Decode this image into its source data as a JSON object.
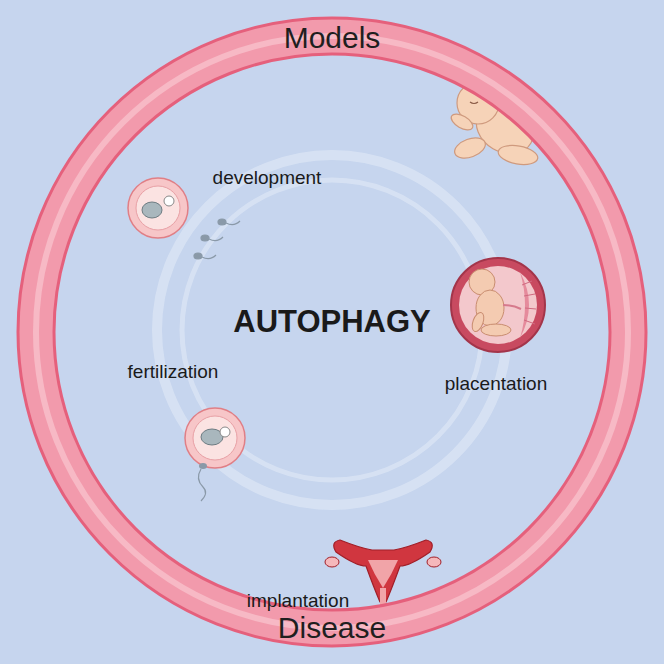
{
  "diagram": {
    "nodes": [
      {
        "text": [
          "Models",
          "Disease"
        ]
      }
    ],
    "labels": [
      "AUTOPHAGY",
      "development",
      "fertilization",
      "placentation",
      "implantation"
    ]
  }
}
